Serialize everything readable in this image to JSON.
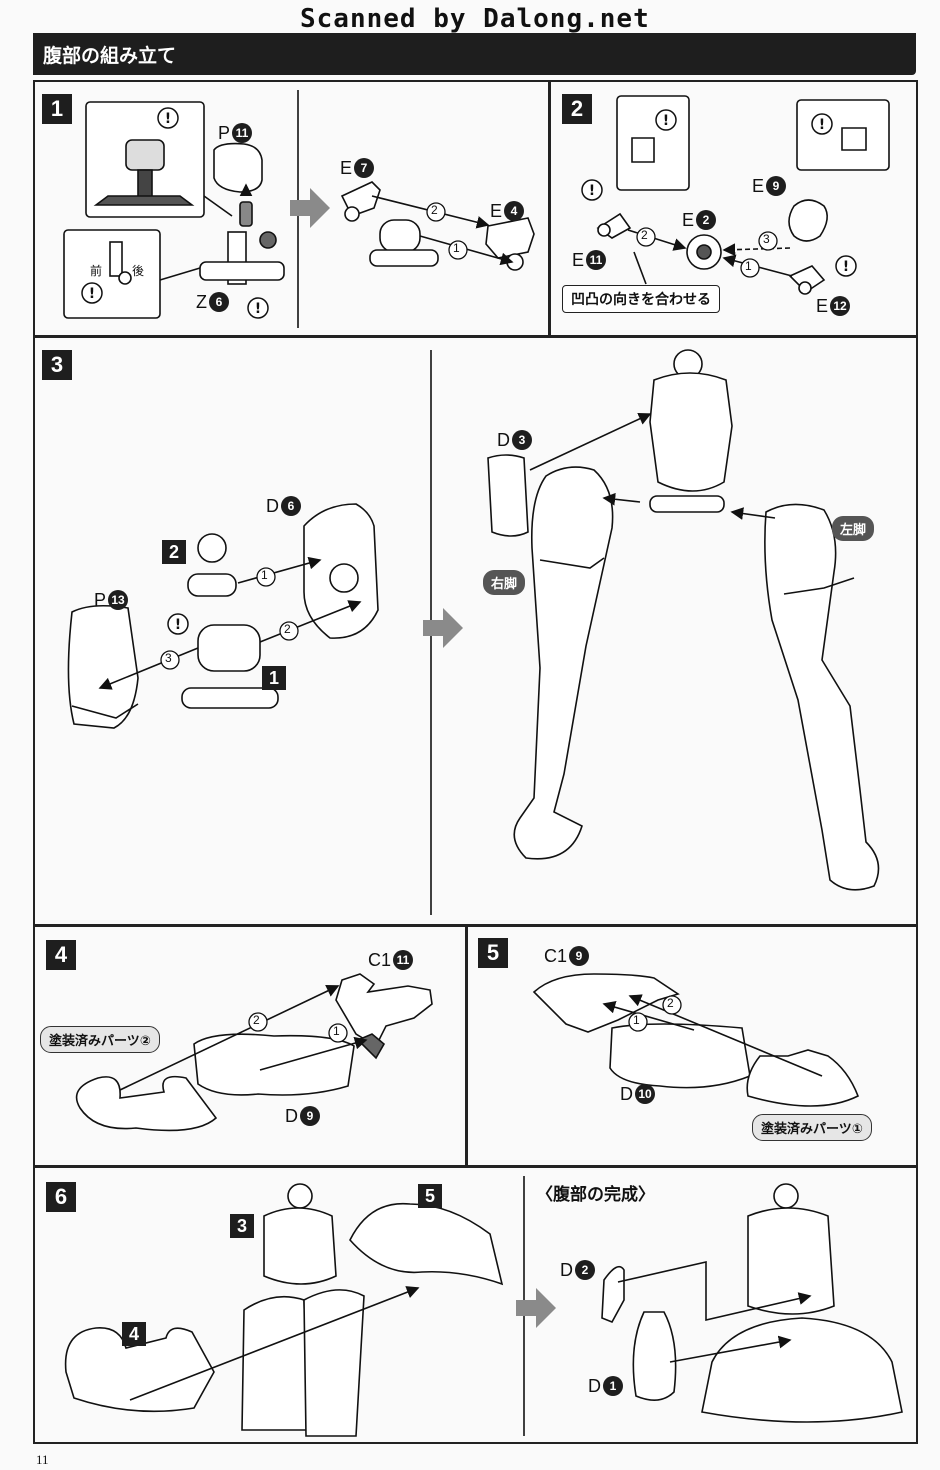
{
  "watermark": "Scanned by Dalong.net",
  "section_title": "腹部の組み立て",
  "page_number": "11",
  "steps": {
    "s1": "1",
    "s2": "2",
    "s3": "3",
    "s4": "4",
    "s5": "5",
    "s6": "6"
  },
  "step1": {
    "front_label": "前",
    "back_label": "後",
    "parts": [
      {
        "letter": "P",
        "num": "11"
      },
      {
        "letter": "Z",
        "num": "6"
      },
      {
        "letter": "E",
        "num": "7"
      },
      {
        "letter": "E",
        "num": "4"
      }
    ],
    "order": [
      "2",
      "1"
    ]
  },
  "step2": {
    "parts": [
      {
        "letter": "E",
        "num": "9"
      },
      {
        "letter": "E",
        "num": "2"
      },
      {
        "letter": "E",
        "num": "11"
      },
      {
        "letter": "E",
        "num": "12"
      }
    ],
    "order": [
      "2",
      "3",
      "1"
    ],
    "note": "凹凸の向きを合わせる"
  },
  "step3": {
    "parts": [
      {
        "letter": "D",
        "num": "6"
      },
      {
        "letter": "P",
        "num": "13"
      },
      {
        "letter": "D",
        "num": "3"
      }
    ],
    "sub_steps": [
      "2",
      "1"
    ],
    "order": [
      "1",
      "2",
      "3"
    ],
    "right_leg": "右脚",
    "left_leg": "左脚"
  },
  "step4": {
    "parts": [
      {
        "letter": "C1",
        "num": "11"
      },
      {
        "letter": "D",
        "num": "9"
      }
    ],
    "order": [
      "2",
      "1"
    ],
    "painted": "塗装済みパーツ②"
  },
  "step5": {
    "parts": [
      {
        "letter": "C1",
        "num": "9"
      },
      {
        "letter": "D",
        "num": "10"
      }
    ],
    "order": [
      "2",
      "1"
    ],
    "painted": "塗装済みパーツ①"
  },
  "step6": {
    "sub_steps": [
      "3",
      "5",
      "4"
    ],
    "completion": "〈腹部の完成〉",
    "parts": [
      {
        "letter": "D",
        "num": "2"
      },
      {
        "letter": "D",
        "num": "1"
      }
    ]
  },
  "colors": {
    "ink": "#1e1e1e",
    "paper": "#fafafa",
    "tag": "#555555",
    "arrow_gray": "#8a8a8a"
  }
}
